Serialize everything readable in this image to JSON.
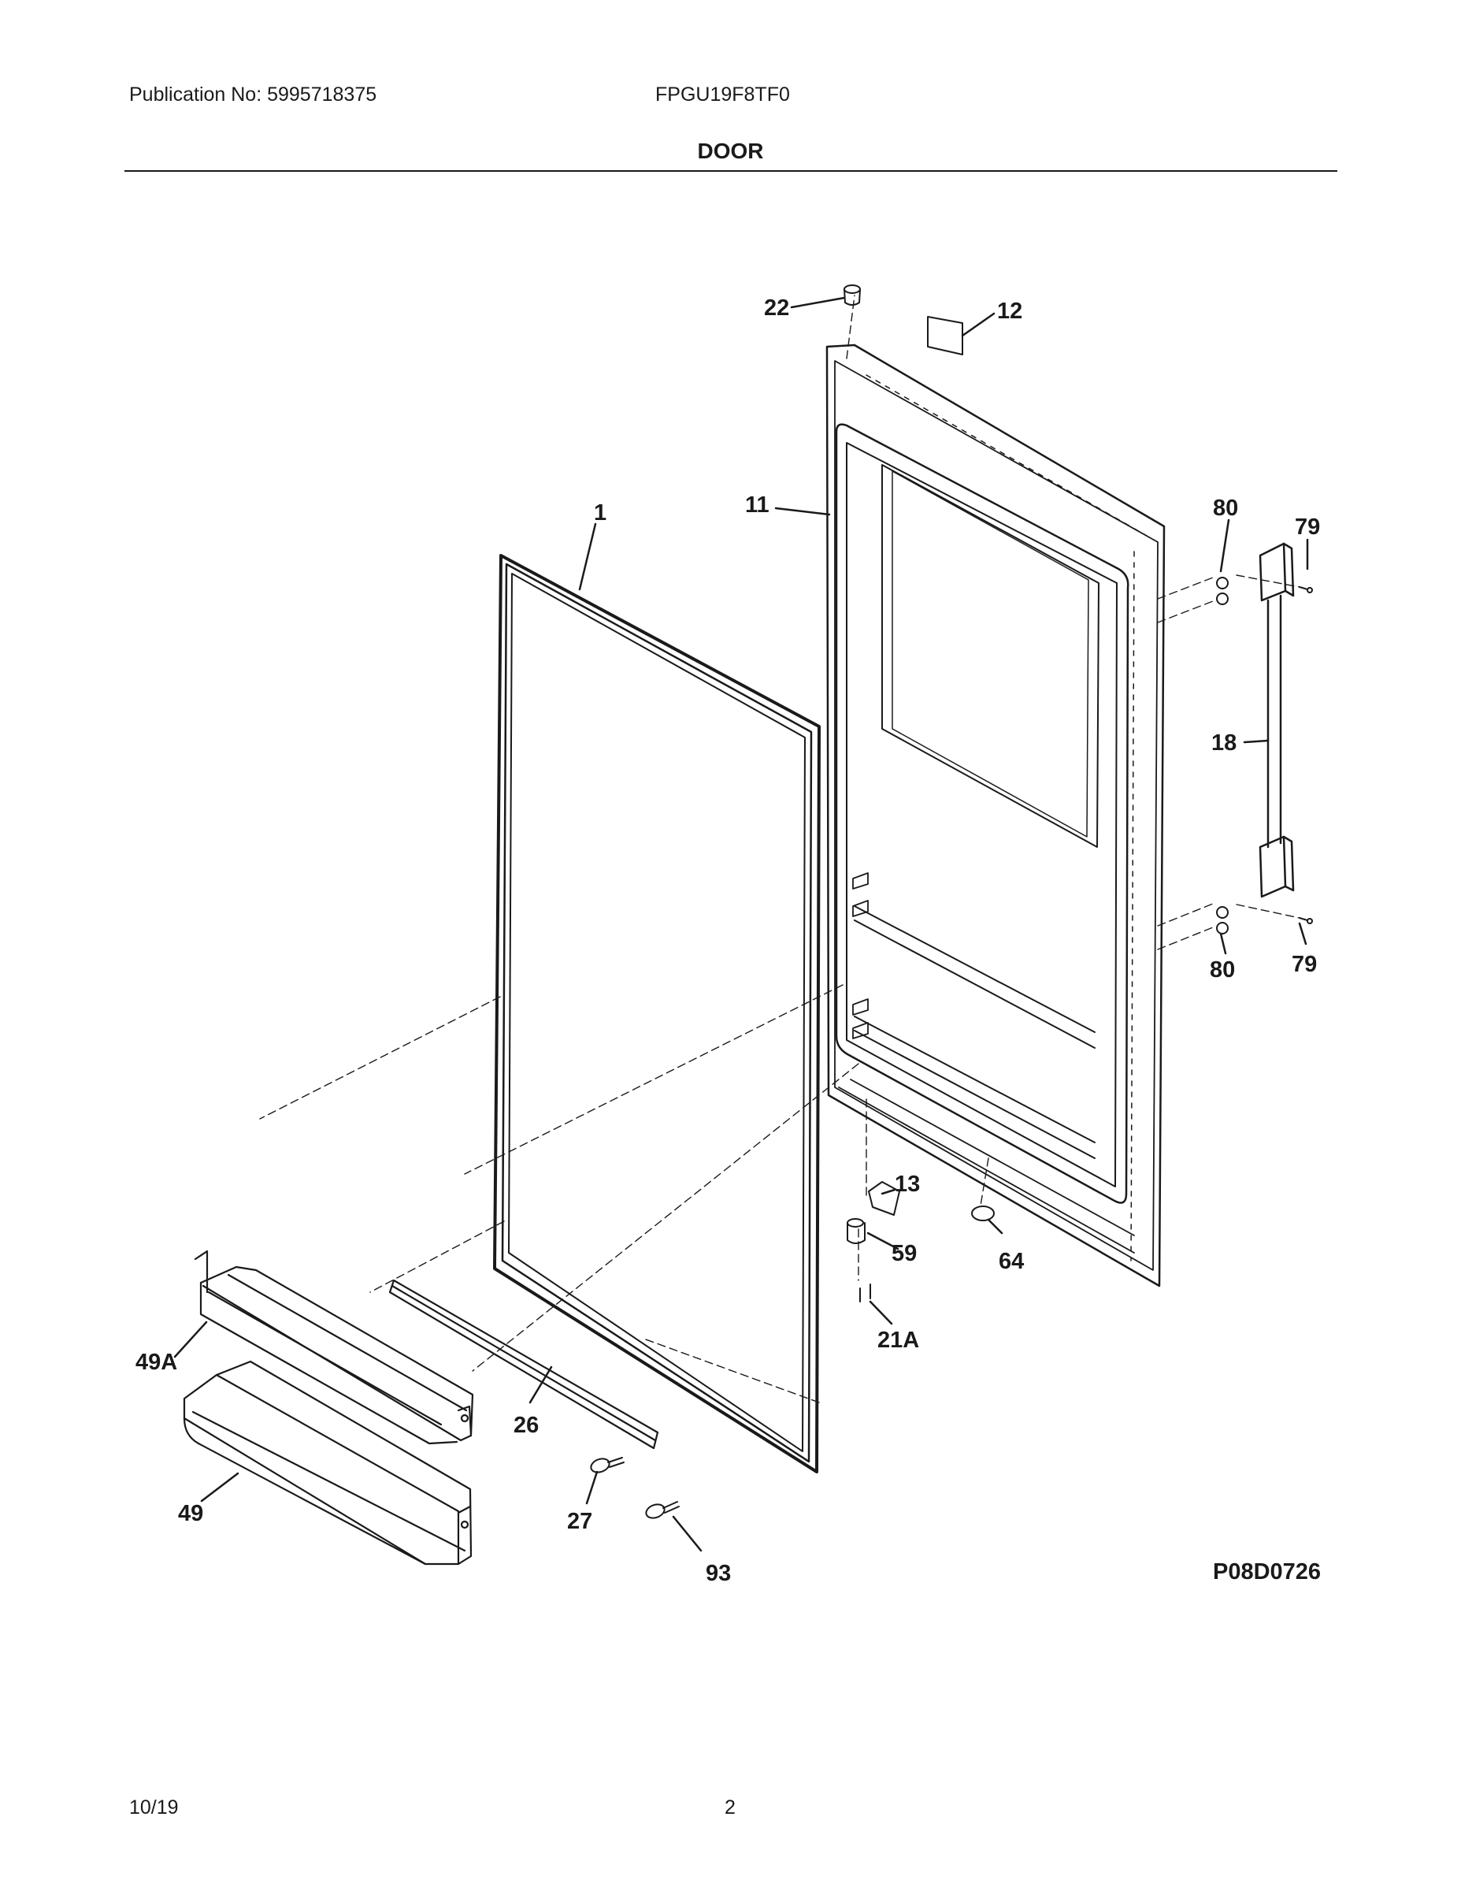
{
  "header": {
    "publication": "Publication No: 5995718375",
    "model": "FPGU19F8TF0",
    "section_title": "DOOR"
  },
  "diagram": {
    "reference_code": "P08D0726",
    "part_labels": [
      "22",
      "12",
      "1",
      "11",
      "80",
      "79",
      "18",
      "80",
      "79",
      "13",
      "59",
      "64",
      "21A",
      "49A",
      "26",
      "49",
      "27",
      "93"
    ]
  },
  "footer": {
    "date": "10/19",
    "page_number": "2"
  }
}
